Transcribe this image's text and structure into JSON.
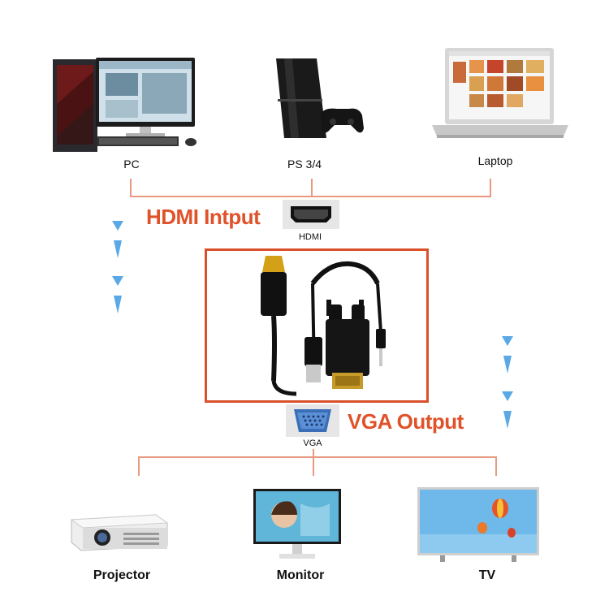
{
  "inputs": {
    "title": "HDMI Intput",
    "port_label": "HDMI",
    "devices": [
      {
        "label": "PC",
        "icon": "desktop-pc-icon"
      },
      {
        "label": "PS 3/4",
        "icon": "game-console-icon"
      },
      {
        "label": "Laptop",
        "icon": "laptop-icon"
      }
    ]
  },
  "outputs": {
    "title": "VGA Output",
    "port_label": "VGA",
    "devices": [
      {
        "label": "Projector",
        "icon": "projector-icon"
      },
      {
        "label": "Monitor",
        "icon": "monitor-icon"
      },
      {
        "label": "TV",
        "icon": "tv-icon"
      }
    ]
  },
  "colors": {
    "accent": "#e0522a",
    "connector_line": "#e89a80",
    "flow_arrow": "#5aa9e6"
  },
  "product": {
    "icon": "hdmi-to-vga-adapter-icon"
  }
}
